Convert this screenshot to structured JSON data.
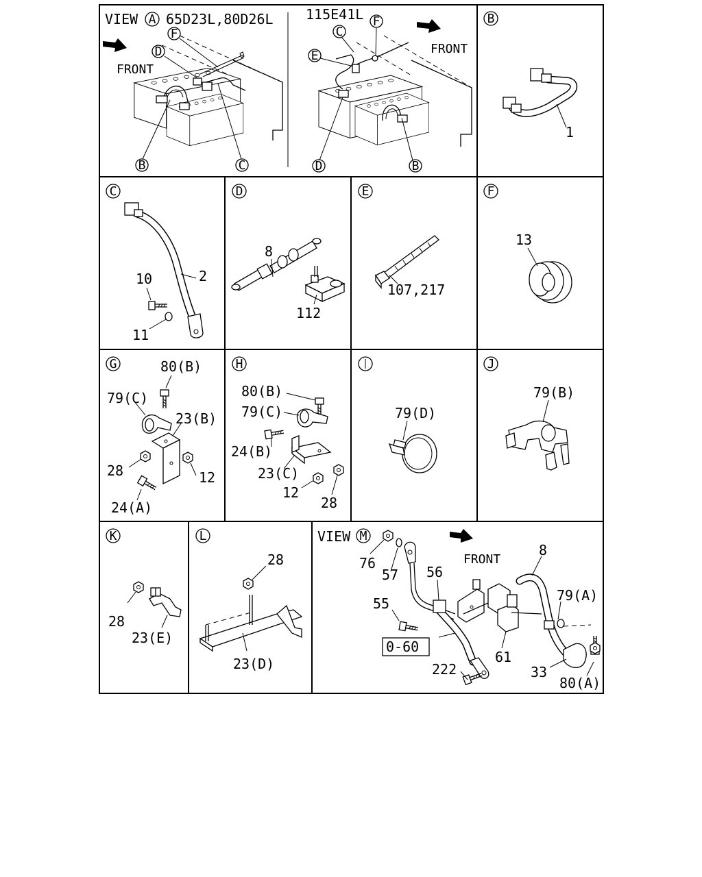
{
  "views": {
    "view_a": {
      "prefix": "VIEW",
      "letter": "A",
      "models": "65D23L,80D26L",
      "front": "FRONT",
      "callouts": [
        "F",
        "D",
        "B",
        "C"
      ]
    },
    "view_a2": {
      "models": "115E41L",
      "front": "FRONT",
      "callouts": [
        "C",
        "F",
        "E",
        "D",
        "B"
      ]
    },
    "view_m": {
      "prefix": "VIEW",
      "letter": "M",
      "front": "FRONT",
      "ref_box": "0-60"
    }
  },
  "panels": {
    "B": {
      "letter": "B",
      "parts": [
        "1"
      ]
    },
    "C": {
      "letter": "C",
      "parts": [
        "2",
        "10",
        "11"
      ]
    },
    "D": {
      "letter": "D",
      "parts": [
        "8",
        "112"
      ]
    },
    "E": {
      "letter": "E",
      "parts": [
        "107,217"
      ]
    },
    "F": {
      "letter": "F",
      "parts": [
        "13"
      ]
    },
    "G": {
      "letter": "G",
      "parts": [
        "80(B)",
        "79(C)",
        "23(B)",
        "28",
        "12",
        "24(A)"
      ]
    },
    "H": {
      "letter": "H",
      "parts": [
        "80(B)",
        "79(C)",
        "24(B)",
        "23(C)",
        "12",
        "28"
      ]
    },
    "I": {
      "letter": "I",
      "parts": [
        "79(D)"
      ]
    },
    "J": {
      "letter": "J",
      "parts": [
        "79(B)"
      ]
    },
    "K": {
      "letter": "K",
      "parts": [
        "28",
        "23(E)"
      ]
    },
    "L": {
      "letter": "L",
      "parts": [
        "28",
        "23(D)"
      ]
    },
    "M": {
      "parts": [
        "76",
        "57",
        "56",
        "8",
        "55",
        "79(A)",
        "61",
        "222",
        "33",
        "80(A)"
      ]
    }
  }
}
